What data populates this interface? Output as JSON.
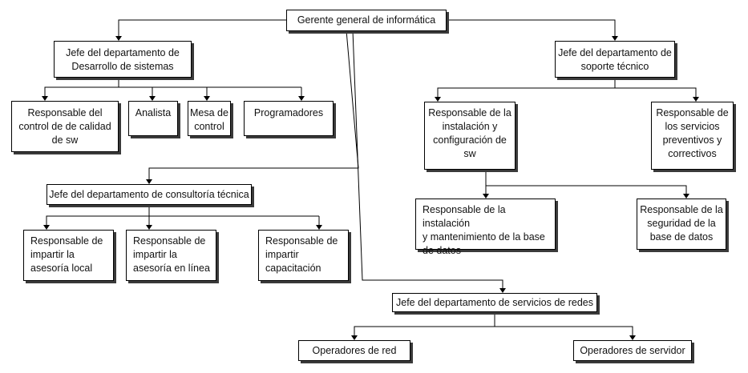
{
  "nodes": {
    "gerente": "Gerente general de informática",
    "jefe_desarrollo": "Jefe del departamento de\nDesarrollo de sistemas",
    "resp_calidad": "Responsable del\ncontrol  de de calidad\nde sw",
    "analista": "Analista",
    "mesa_control": "Mesa de\ncontrol",
    "programadores": "Programadores",
    "jefe_consultoria": "Jefe del departamento de consultoría técnica",
    "resp_asesoria_local": "Responsable de\nimpartir la\nasesoría local",
    "resp_asesoria_linea": "Responsable de\nimpartir la\nasesoría en línea",
    "resp_capacitacion": "Responsable de\nimpartir\ncapacitación",
    "jefe_soporte": "Jefe del departamento de\nsoporte técnico",
    "resp_instalacion_sw": "Responsable de la\ninstalación y\nconfiguración de\nsw",
    "resp_servicios": "Responsable de\nlos servicios\npreventivos y\ncorrectivos",
    "resp_bd": "Responsable de la instalación\ny mantenimiento de la base\nde datos",
    "resp_seguridad_bd": "Responsable de la\nseguridad de la\nbase de datos",
    "jefe_redes": "Jefe del departamento de servicios de redes",
    "operadores_red": "Operadores de red",
    "operadores_servidor": "Operadores de servidor"
  }
}
